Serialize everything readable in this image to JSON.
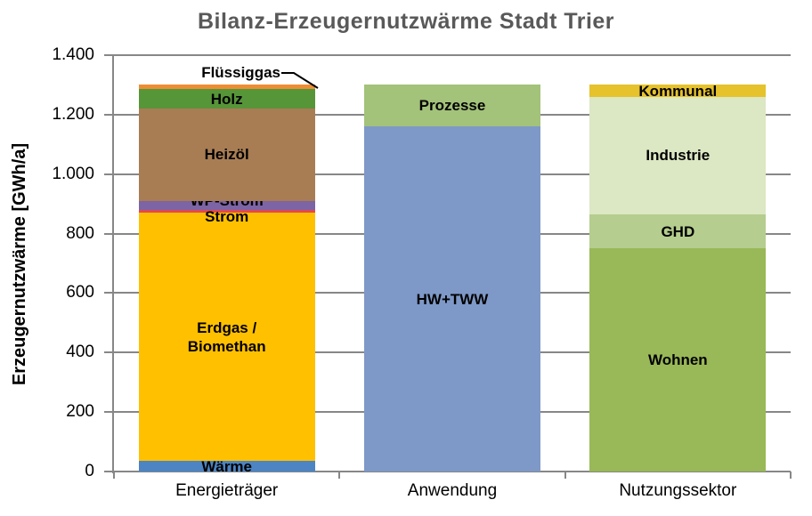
{
  "title": "Bilanz-Erzeugernutzwärme Stadt Trier",
  "chart_data": {
    "type": "bar",
    "stacked": true,
    "title": "Bilanz-Erzeugernutzwärme Stadt Trier",
    "xlabel": "",
    "ylabel": "Erzeugernutzwärme [GWh/a]",
    "units": "GWh/a",
    "ylim": [
      0,
      1400
    ],
    "ytick_interval": 200,
    "ytick_labels": [
      "0",
      "200",
      "400",
      "600",
      "800",
      "1.000",
      "1.200",
      "1.400"
    ],
    "grid": "horizontal",
    "legend_position": "none",
    "label_placement": "inside segments, Flüssiggas via callout",
    "categories": [
      "Energieträger",
      "Anwendung",
      "Nutzungssektor"
    ],
    "bars": [
      {
        "category": "Energieträger",
        "total": 1300,
        "segments": [
          {
            "label": "Wärme",
            "value": 35,
            "color": "#4C84C4"
          },
          {
            "label": "Erdgas /\nBiomethan",
            "value": 835,
            "color": "#FFC000"
          },
          {
            "label": "Strom",
            "value": 10,
            "color": "#E2494F"
          },
          {
            "label": "WP-Strom",
            "value": 30,
            "color": "#7C64A5"
          },
          {
            "label": "Heizöl",
            "value": 310,
            "color": "#A87D54"
          },
          {
            "label": "Holz",
            "value": 65,
            "color": "#579539"
          },
          {
            "label": "Flüssiggas",
            "value": 15,
            "color": "#EF8D35",
            "label_style": "callout"
          }
        ]
      },
      {
        "category": "Anwendung",
        "total": 1300,
        "segments": [
          {
            "label": "HW+TWW",
            "value": 1160,
            "color": "#7E99C8"
          },
          {
            "label": "Prozesse",
            "value": 140,
            "color": "#A3C27A"
          }
        ]
      },
      {
        "category": "Nutzungssektor",
        "total": 1300,
        "segments": [
          {
            "label": "Wohnen",
            "value": 750,
            "color": "#99B857"
          },
          {
            "label": "GHD",
            "value": 115,
            "color": "#B5CD8E"
          },
          {
            "label": "Industrie",
            "value": 395,
            "color": "#DCE7C3"
          },
          {
            "label": "Kommunal",
            "value": 40,
            "color": "#E6C22C"
          }
        ]
      }
    ],
    "colors": {
      "title_text": "#595959",
      "gridline": "#878787",
      "axis_line": "#878787",
      "callout_line": "#000000"
    }
  }
}
